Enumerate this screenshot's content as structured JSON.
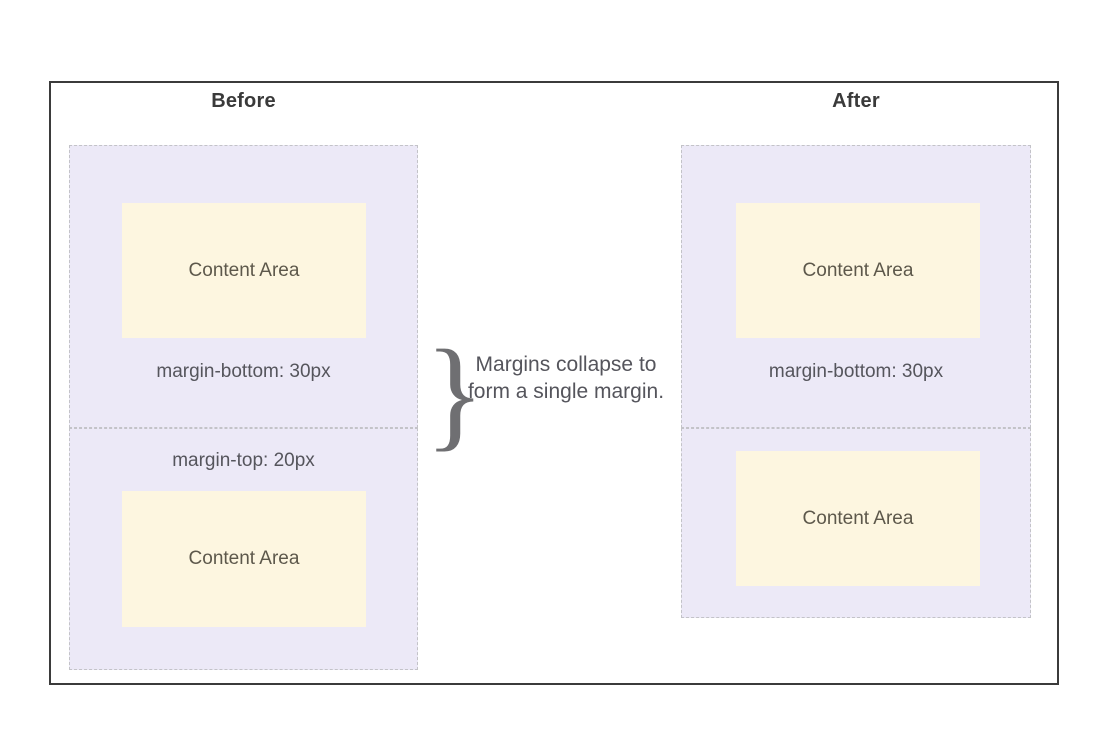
{
  "diagram": {
    "title_before": "Before",
    "title_after": "After",
    "content_area_label": "Content Area",
    "annotation": "Margins collapse to form a single margin.",
    "brace_glyph": "}",
    "colors": {
      "margin_box_fill": "#ece9f7",
      "margin_box_border": "#c3c3c8",
      "content_area_fill": "#fdf6e0",
      "content_area_text": "#5d584b",
      "label_text": "#55555c",
      "title_text": "#3a3a3a",
      "frame_border": "#3b3b3b",
      "page_background": "#ffffff"
    },
    "before": {
      "box_top": {
        "content_label": "Content Area",
        "margin_label": "margin-bottom: 30px"
      },
      "box_bottom": {
        "margin_label": "margin-top: 20px",
        "content_label": "Content Area"
      }
    },
    "after": {
      "box_top": {
        "content_label": "Content Area",
        "margin_label": "margin-bottom: 30px"
      },
      "box_bottom": {
        "content_label": "Content Area"
      }
    }
  }
}
